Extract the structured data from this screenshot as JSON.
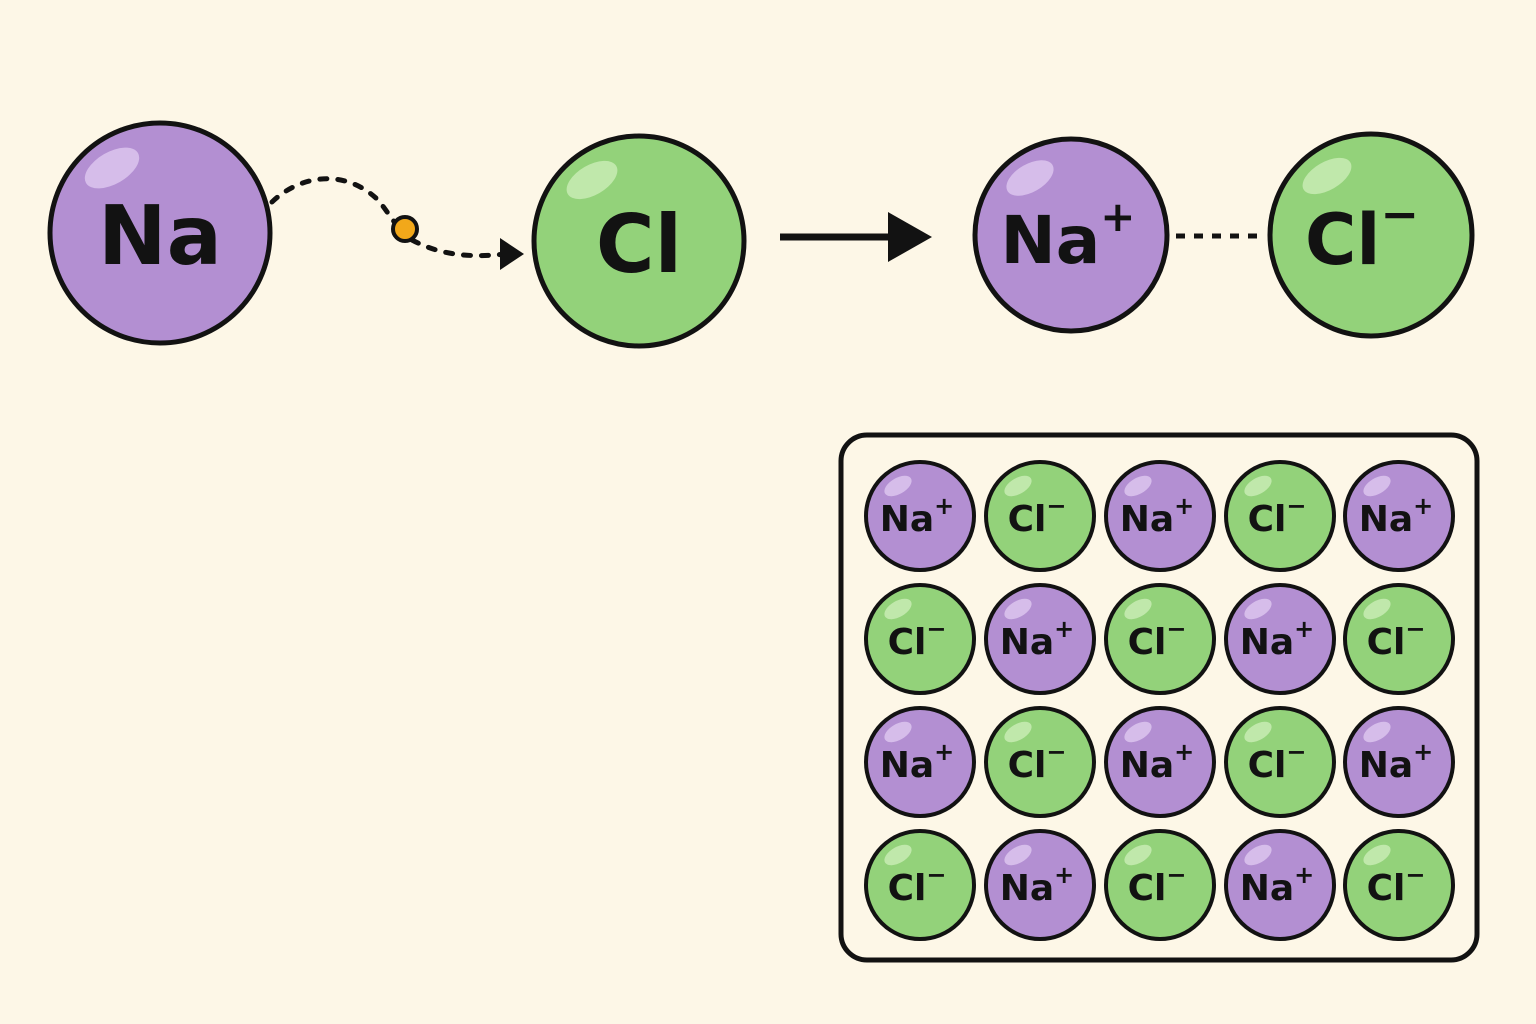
{
  "colors": {
    "background": "#fdf7e7",
    "sodium_fill": "#b38fd2",
    "sodium_highlight": "#dcc6ee",
    "chlorine_fill": "#93d27a",
    "chlorine_highlight": "#c8ecb4",
    "outline": "#121212",
    "electron": "#f2a81a"
  },
  "reaction": {
    "sodium": {
      "symbol": "Na",
      "charge": ""
    },
    "chlorine": {
      "symbol": "Cl",
      "charge": ""
    },
    "sodium_ion": {
      "symbol": "Na",
      "charge": "+"
    },
    "chloride_ion": {
      "symbol": "Cl",
      "charge": "−"
    },
    "electron_icon": "electron-dot",
    "transfer_icon": "dotted-curved-arrow",
    "reaction_icon": "right-arrow",
    "bond_icon": "dashed-bond-line"
  },
  "lattice": {
    "rows": [
      [
        {
          "symbol": "Na",
          "charge": "+"
        },
        {
          "symbol": "Cl",
          "charge": "−"
        },
        {
          "symbol": "Na",
          "charge": "+"
        },
        {
          "symbol": "Cl",
          "charge": "−"
        },
        {
          "symbol": "Na",
          "charge": "+"
        }
      ],
      [
        {
          "symbol": "Cl",
          "charge": "−"
        },
        {
          "symbol": "Na",
          "charge": "+"
        },
        {
          "symbol": "Cl",
          "charge": "−"
        },
        {
          "symbol": "Na",
          "charge": "+"
        },
        {
          "symbol": "Cl",
          "charge": "−"
        }
      ],
      [
        {
          "symbol": "Na",
          "charge": "+"
        },
        {
          "symbol": "Cl",
          "charge": "−"
        },
        {
          "symbol": "Na",
          "charge": "+"
        },
        {
          "symbol": "Cl",
          "charge": "−"
        },
        {
          "symbol": "Na",
          "charge": "+"
        }
      ],
      [
        {
          "symbol": "Cl",
          "charge": "−"
        },
        {
          "symbol": "Na",
          "charge": "+"
        },
        {
          "symbol": "Cl",
          "charge": "−"
        },
        {
          "symbol": "Na",
          "charge": "+"
        },
        {
          "symbol": "Cl",
          "charge": "−"
        }
      ]
    ]
  }
}
